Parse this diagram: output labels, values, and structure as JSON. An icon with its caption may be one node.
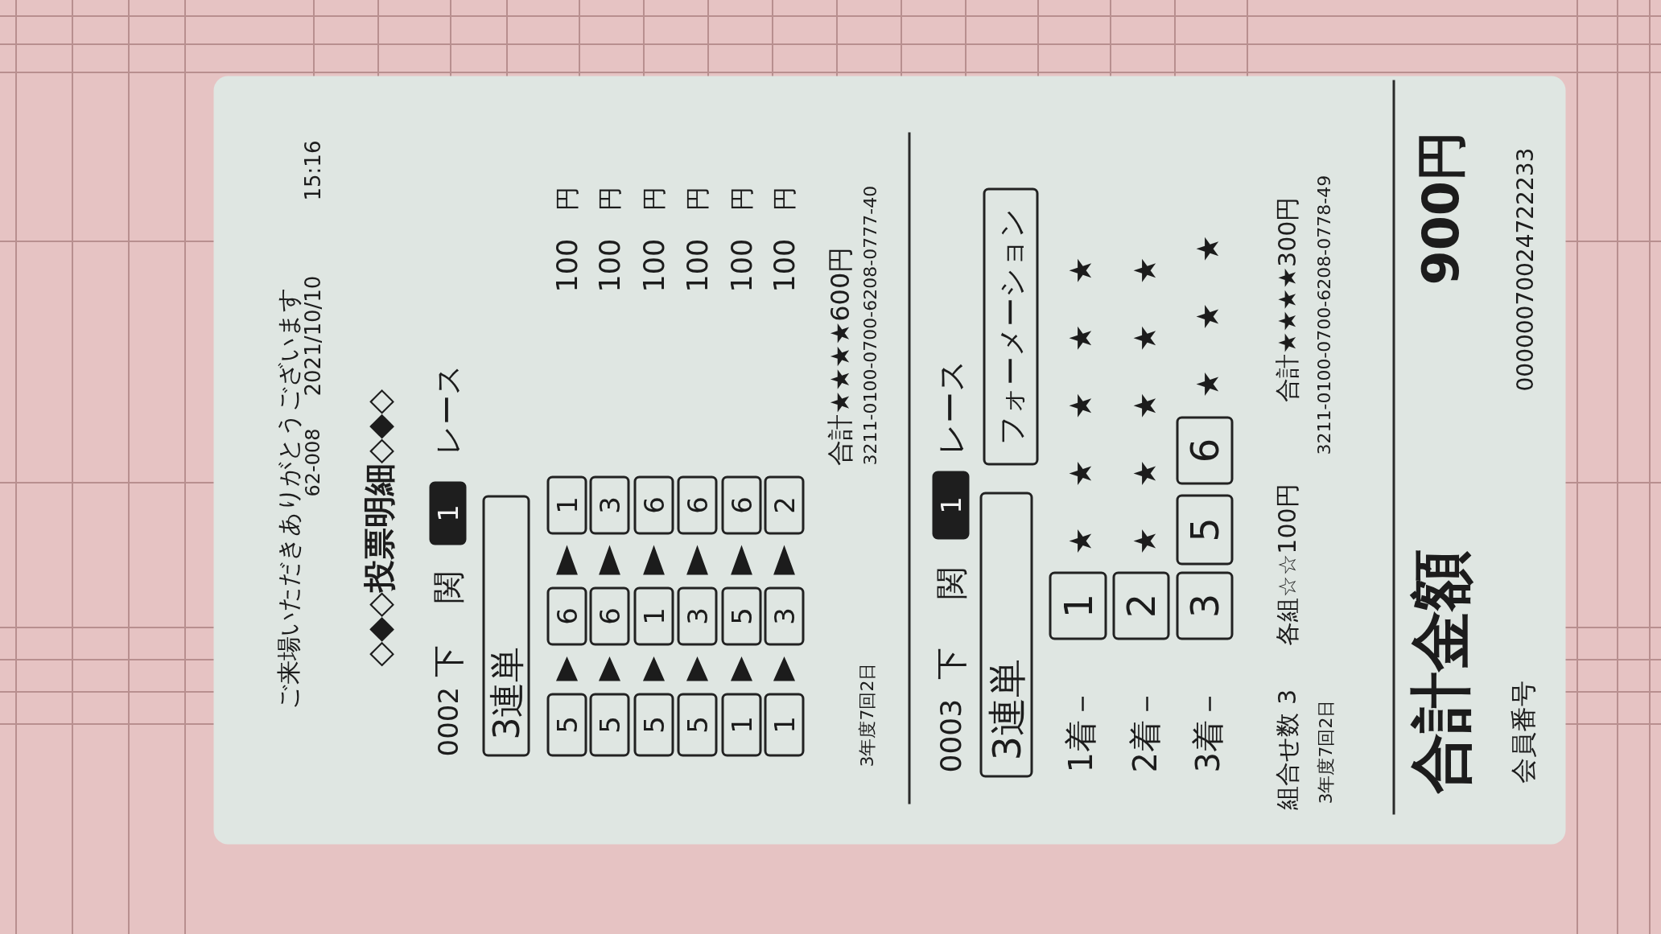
{
  "diagram": {
    "nodes": [
      {
        "text": [
          "1"
        ]
      },
      {
        "text": [
          "3連単"
        ]
      },
      {
        "text": [
          "5"
        ]
      },
      {
        "text": [
          "6"
        ]
      },
      {
        "text": [
          "1"
        ]
      },
      {
        "text": [
          "5"
        ]
      },
      {
        "text": [
          "6"
        ]
      },
      {
        "text": [
          "3"
        ]
      },
      {
        "text": [
          "5"
        ]
      },
      {
        "text": [
          "1"
        ]
      },
      {
        "text": [
          "6"
        ]
      },
      {
        "text": [
          "5"
        ]
      },
      {
        "text": [
          "3"
        ]
      },
      {
        "text": [
          "6"
        ]
      },
      {
        "text": [
          "1"
        ]
      },
      {
        "text": [
          "5"
        ]
      },
      {
        "text": [
          "6"
        ]
      },
      {
        "text": [
          "1"
        ]
      },
      {
        "text": [
          "3"
        ]
      },
      {
        "text": [
          "2"
        ]
      },
      {
        "text": [
          "1"
        ]
      },
      {
        "text": [
          "3連単"
        ]
      },
      {
        "text": [
          "フォーメーション"
        ]
      },
      {
        "text": [
          "1"
        ]
      },
      {
        "text": [
          "2"
        ]
      },
      {
        "text": [
          "3"
        ]
      },
      {
        "text": [
          "5"
        ]
      },
      {
        "text": [
          "6"
        ]
      }
    ],
    "edges": [
      {
        "from": 2,
        "to": 3,
        "arrow": "to"
      },
      {
        "from": 3,
        "to": 4,
        "arrow": "to"
      },
      {
        "from": 5,
        "to": 6,
        "arrow": "to"
      },
      {
        "from": 6,
        "to": 7,
        "arrow": "to"
      },
      {
        "from": 8,
        "to": 9,
        "arrow": "to"
      },
      {
        "from": 9,
        "to": 10,
        "arrow": "to"
      },
      {
        "from": 11,
        "to": 12,
        "arrow": "to"
      },
      {
        "from": 12,
        "to": 13,
        "arrow": "to"
      },
      {
        "from": 14,
        "to": 15,
        "arrow": "to"
      },
      {
        "from": 15,
        "to": 16,
        "arrow": "to"
      },
      {
        "from": 17,
        "to": 18,
        "arrow": "to"
      },
      {
        "from": 18,
        "to": 19,
        "arrow": "to"
      }
    ],
    "labels": [
      "ご来場いただきありがとうございます",
      "62-008",
      "2021/10/10",
      "15:16",
      "◇◆◇投票明細◇◆◇",
      "0002",
      "下",
      "関",
      "レース",
      "100",
      "円",
      "100",
      "円",
      "100",
      "円",
      "100",
      "円",
      "100",
      "円",
      "100",
      "円",
      "合計★★★★600円",
      "3211-0100-0700-6208-0777-40",
      "3年度7回2日",
      "0003",
      "下",
      "関",
      "レース",
      "1着－",
      "★★★★★",
      "2着－",
      "★★★★★",
      "3着－",
      "★★★",
      "組合せ数 3",
      "各組☆☆100円",
      "合計★★★★300円",
      "3211-0100-0700-6208-0778-49",
      "3年度7回2日",
      "合計金額",
      "900円",
      "会員番号",
      "00000070024722233"
    ]
  }
}
